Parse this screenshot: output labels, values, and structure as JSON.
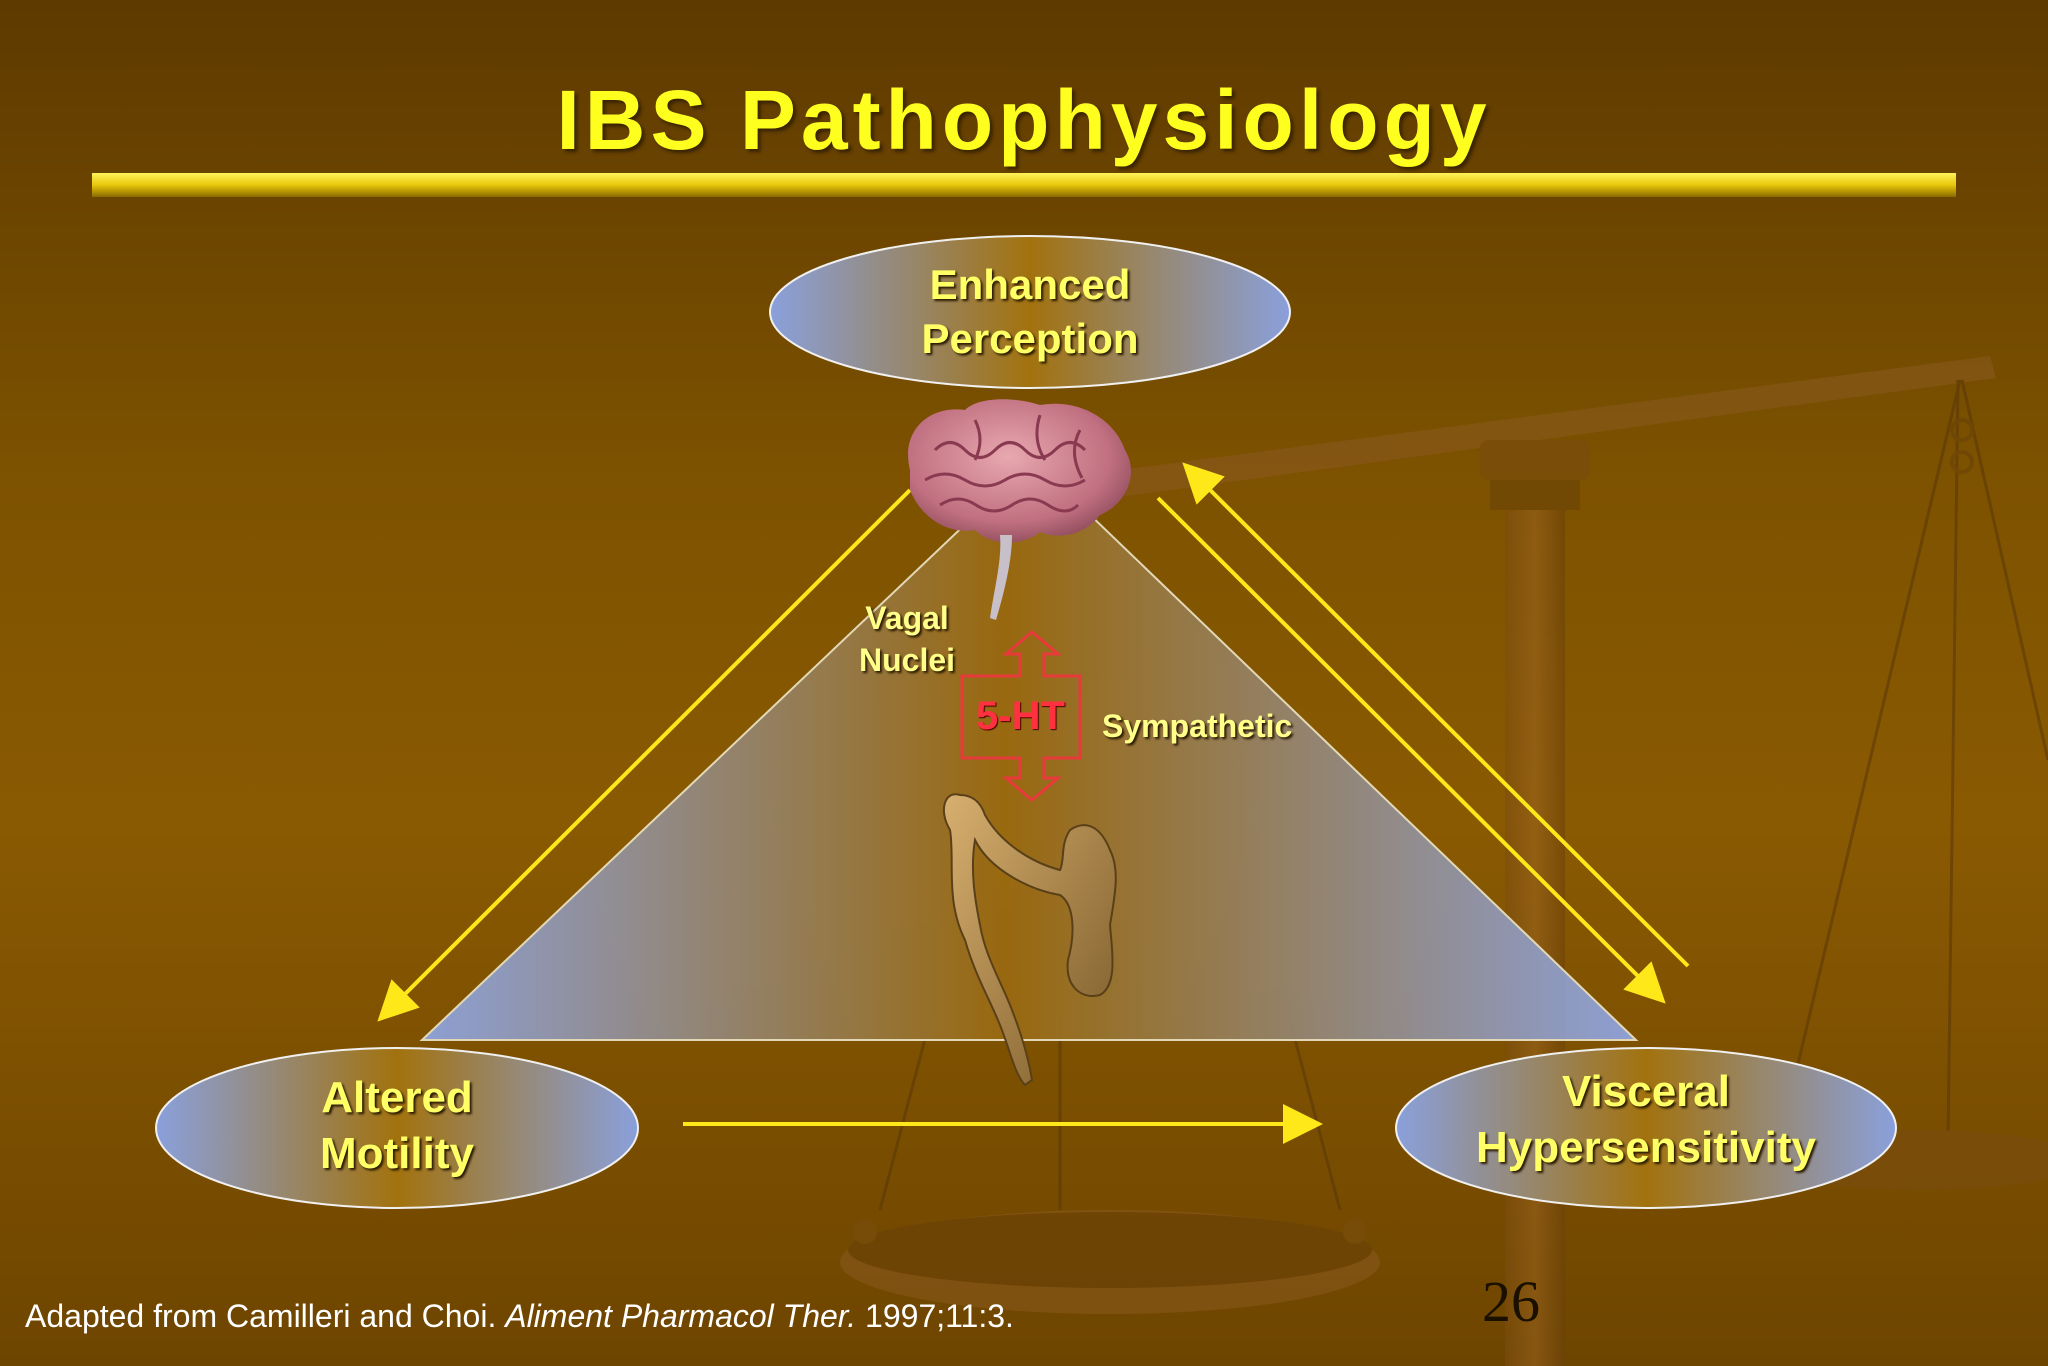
{
  "slide": {
    "title": "IBS Pathophysiology",
    "page_number": "26"
  },
  "nodes": {
    "top": {
      "line1": "Enhanced",
      "line2": "Perception"
    },
    "left": {
      "line1": "Altered",
      "line2": "Motility"
    },
    "right": {
      "line1": "Visceral",
      "line2": "Hypersensitivity"
    }
  },
  "pathway": {
    "vagal_line1": "Vagal",
    "vagal_line2": "Nuclei",
    "serotonin": "5-HT",
    "sympathetic": "Sympathetic"
  },
  "citation": {
    "prefix": "Adapted from Camilleri and Choi. ",
    "journal": "Aliment Pharmacol Ther.",
    "suffix": " 1997;11:3."
  },
  "colors": {
    "title": "#ffff1f",
    "arrows": "#ffe81a",
    "node_fill_edge": "#8a9fd8",
    "node_fill_center": "#a07010",
    "serotonin_arrow": "#e83a3a"
  },
  "icons": {
    "brain": "brain-icon",
    "intestine": "intestine-icon",
    "scale": "balance-scale-icon"
  }
}
